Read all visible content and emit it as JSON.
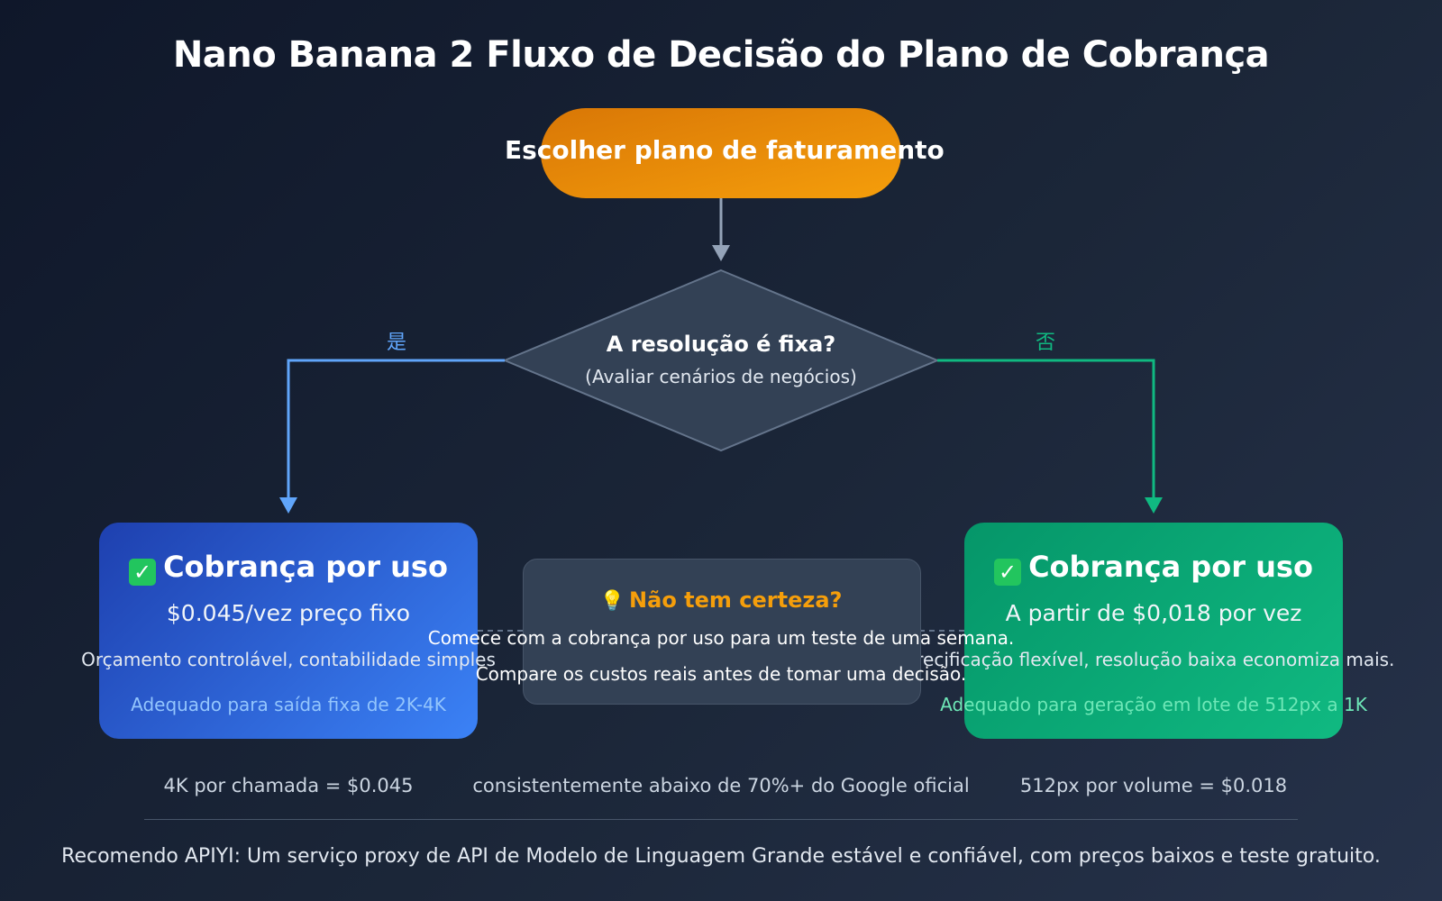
{
  "title": "Nano Banana 2 Fluxo de Decisão do Plano de Cobrança",
  "start": {
    "label": "Escolher plano de faturamento"
  },
  "decision": {
    "question": "A resolução é fixa?",
    "subtitle": "(Avaliar cenários de negócios)",
    "yes_label": "是",
    "no_label": "否"
  },
  "left_card": {
    "check_icon": "✓",
    "title": "Cobrança por uso",
    "price": "$0.045/vez preço fixo",
    "note": "Orçamento controlável, contabilidade simples",
    "fit": "Adequado para saída fixa de 2K-4K",
    "fit_color": "#93c5fd"
  },
  "right_card": {
    "check_icon": "✓",
    "title": "Cobrança por uso",
    "price": "A partir de $0,018 por vez",
    "note": "Precificação flexível, resolução baixa economiza mais.",
    "fit": "Adequado para geração em lote de 512px a 1K",
    "fit_color": "#6ee7b7"
  },
  "tip": {
    "icon": "💡",
    "title": "Não tem certeza?",
    "line1": "Comece com a cobrança por uso para um teste de uma semana.",
    "line2": "Compare os custos reais antes de tomar uma decisão."
  },
  "stats": {
    "left": "4K por chamada = $0.045",
    "center": "consistentemente abaixo de 70%+ do Google oficial",
    "right": "512px por volume = $0.018"
  },
  "footer": "Recomendo APIYI: Um serviço proxy de API de Modelo de Linguagem Grande estável e confiável, com preços baixos e teste gratuito.",
  "colors": {
    "start_gradient": [
      "#d97706",
      "#f59e0b"
    ],
    "yes_path": "#60a5fa",
    "no_path": "#10b981",
    "connector": "#94a3b8"
  }
}
